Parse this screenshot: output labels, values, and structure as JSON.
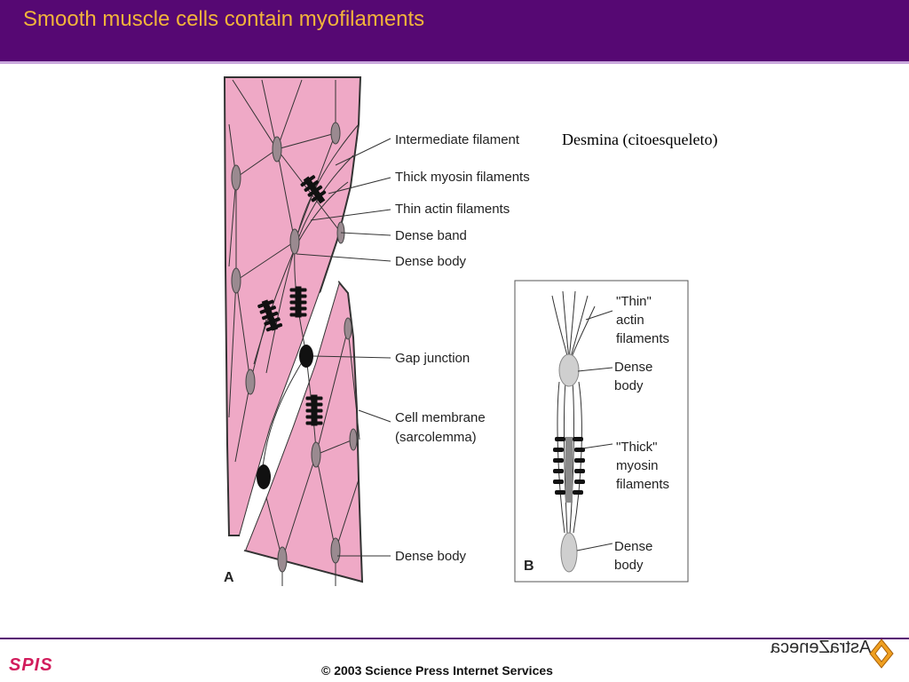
{
  "slide": {
    "title": "Smooth muscle cells contain myofilaments",
    "note": "Desmina (citoesqueleto)"
  },
  "figure_a": {
    "panel_label": "A",
    "labels": [
      "Intermediate filament",
      "Thick myosin filaments",
      "Thin actin filaments",
      "Dense band",
      "Dense body",
      "Gap junction",
      "Cell membrane",
      "(sarcolemma)",
      "Dense body"
    ]
  },
  "figure_b": {
    "panel_label": "B",
    "thin_lines": [
      "\"Thin\"",
      "actin",
      "filaments"
    ],
    "dense_body_top": [
      "Dense",
      "body"
    ],
    "thick_lines": [
      "\"Thick\"",
      "myosin",
      "filaments"
    ],
    "dense_body_bottom": [
      "Dense",
      "body"
    ]
  },
  "footer": {
    "logo_left": "SPIS",
    "copyright": "© 2003 Science Press Internet Services",
    "logo_right": "AstraZeneca"
  },
  "colors": {
    "header_bg": "#560873",
    "title": "#f2b43a",
    "cell_fill": "#efa9c6",
    "footer_line": "#560873"
  }
}
